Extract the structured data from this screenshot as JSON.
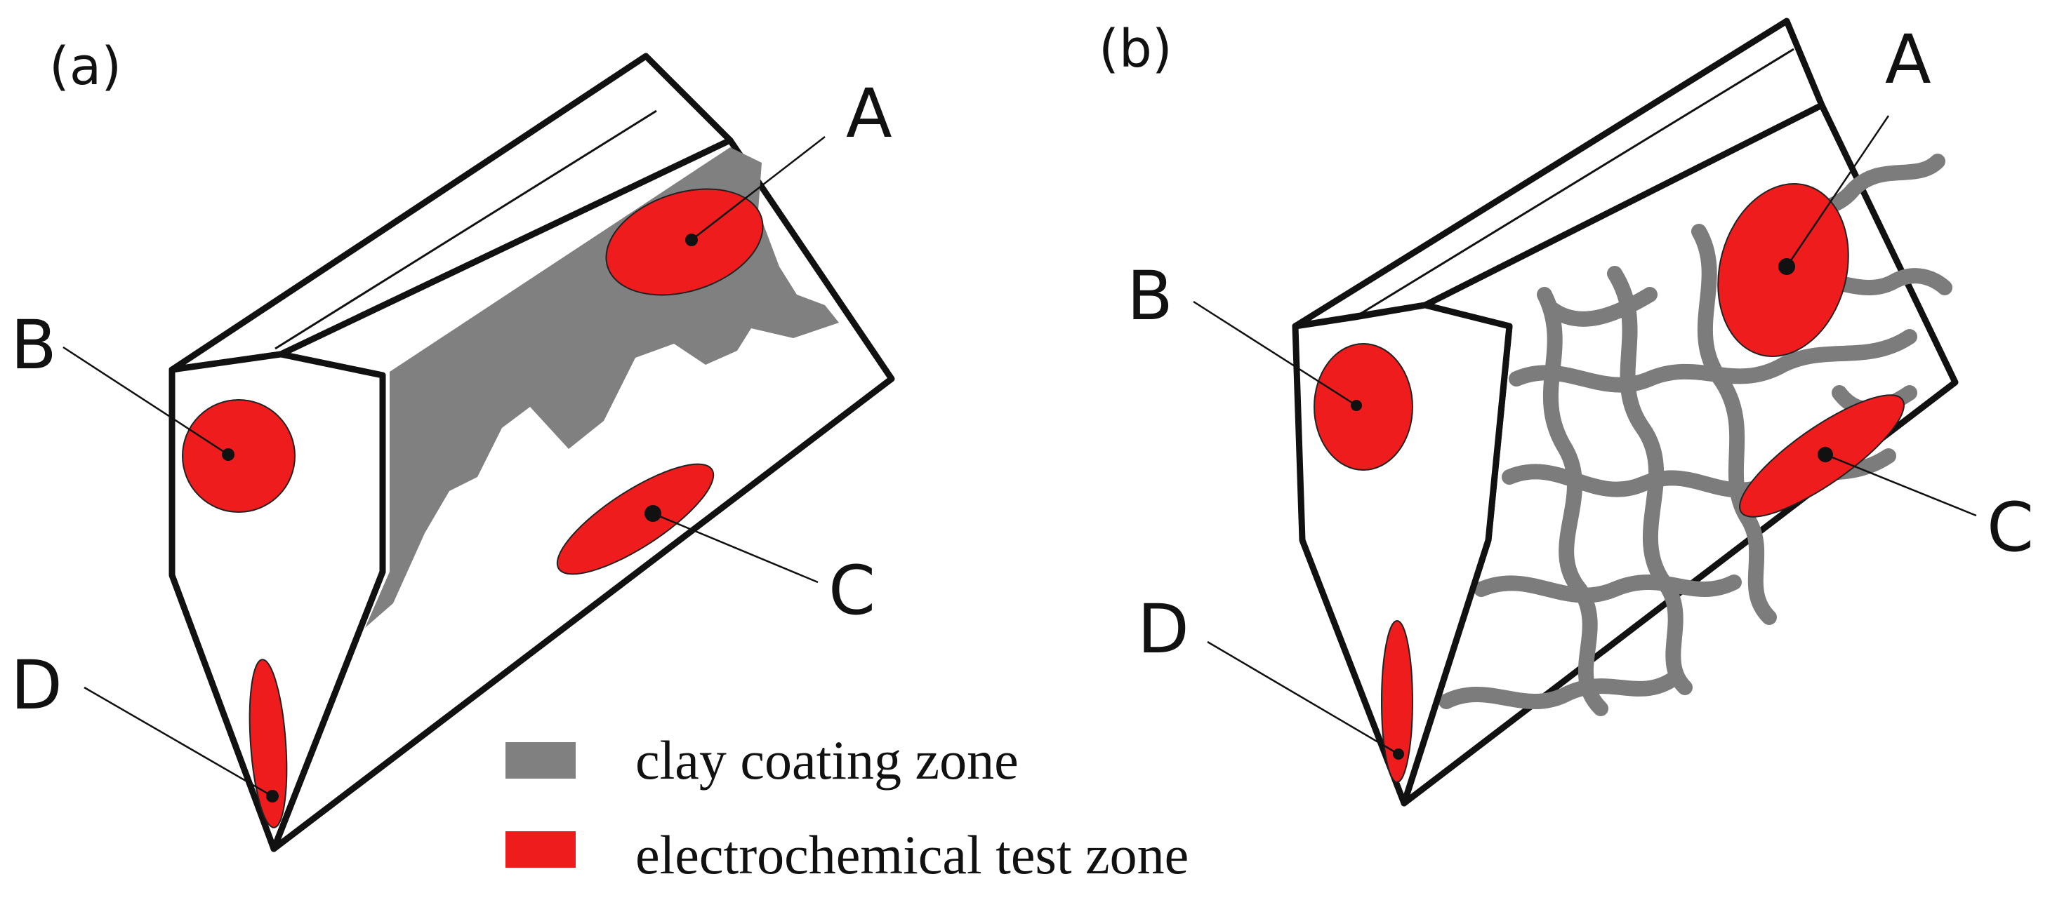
{
  "panels": [
    {
      "label": "(a)",
      "points": {
        "A": "A",
        "B": "B",
        "C": "C",
        "D": "D"
      }
    },
    {
      "label": "(b)",
      "points": {
        "A": "A",
        "B": "B",
        "C": "C",
        "D": "D"
      }
    }
  ],
  "legend": {
    "items": [
      {
        "text": "clay coating zone",
        "color": "#808080"
      },
      {
        "text": "electrochemical test zone",
        "color": "#ee1c1c"
      }
    ]
  }
}
